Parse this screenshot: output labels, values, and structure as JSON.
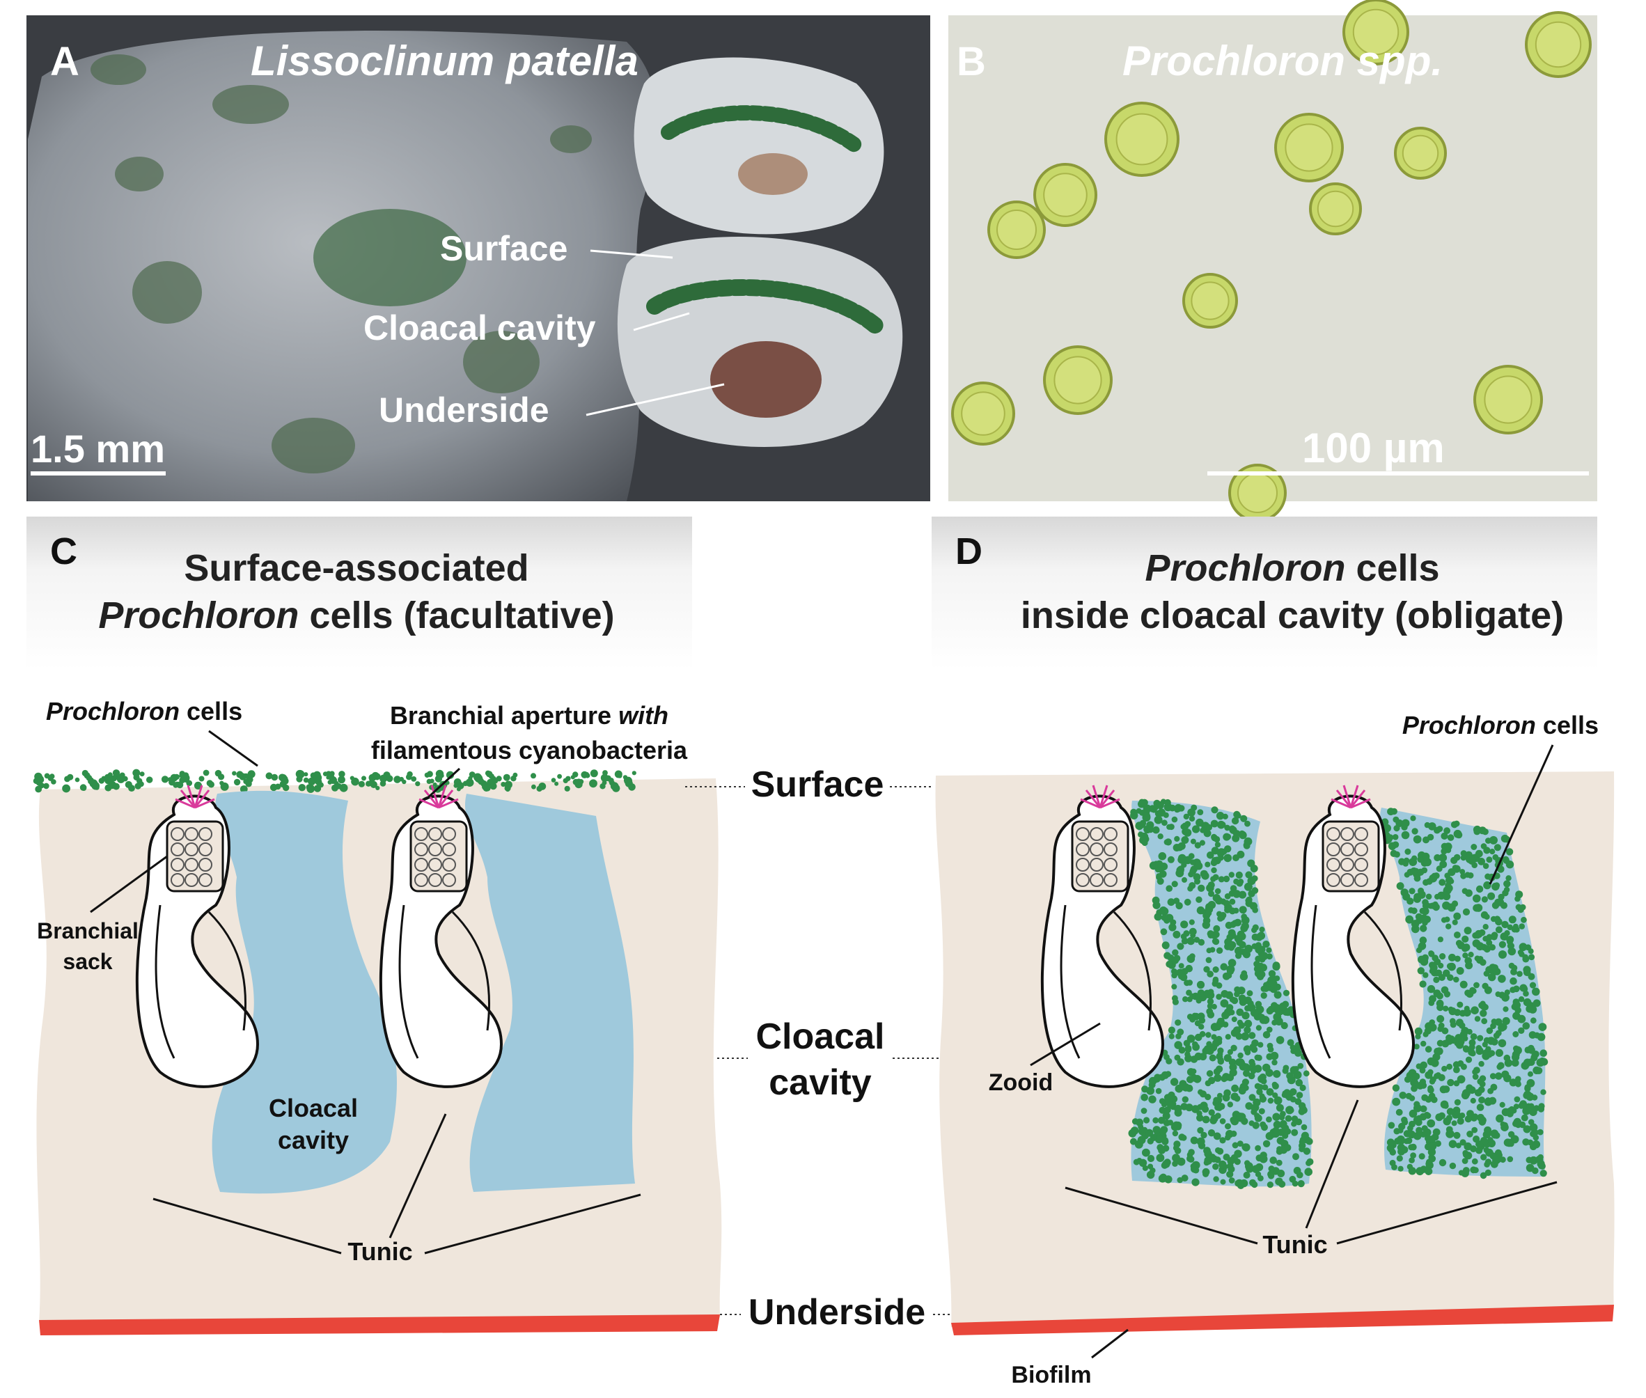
{
  "panel_a": {
    "letter": "A",
    "title": "Lissoclinum patella",
    "labels": {
      "surface": "Surface",
      "cloacal": "Cloacal cavity",
      "underside": "Underside"
    },
    "scale": "1.5 mm"
  },
  "panel_b": {
    "letter": "B",
    "title": "Prochloron spp.",
    "scale": "100 µm"
  },
  "panel_c": {
    "letter": "C",
    "title_line1": "Surface-associated",
    "title_line2_italic": "Prochloron",
    "title_line2_rest": " cells (facultative)",
    "prochloron_italic": "Prochloron",
    "prochloron_rest": " cells",
    "aperture_line1_a": "Branchial aperture ",
    "aperture_line1_italic": "with",
    "aperture_line2": "filamentous cyanobacteria",
    "branchial_1": "Branchial",
    "branchial_2": "sack",
    "cloacal_1": "Cloacal",
    "cloacal_2": "cavity",
    "tunic": "Tunic"
  },
  "panel_d": {
    "letter": "D",
    "title_line1_italic": "Prochloron",
    "title_line1_rest": " cells",
    "title_line2": "inside cloacal cavity (obligate)",
    "prochloron_italic": "Prochloron",
    "prochloron_rest": " cells",
    "zooid": "Zooid",
    "tunic": "Tunic",
    "biofilm": "Biofilm"
  },
  "layers": {
    "surface": "Surface",
    "cloacal_1": "Cloacal",
    "cloacal_2": "cavity",
    "underside": "Underside"
  },
  "colors": {
    "tunic": "#efe6dc",
    "cavity": "#9fc9dc",
    "prochloron": "#2f8f4a",
    "filaments": "#d93a9b",
    "biofilm": "#e8463a",
    "photo_a_bg": "#7f858c",
    "photo_b_bg": "#ddddd4",
    "cell": "#c7d86a"
  }
}
